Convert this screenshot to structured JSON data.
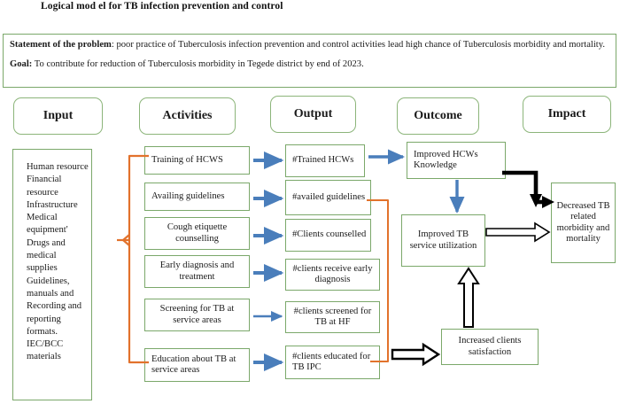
{
  "title": "Logical mod el for TB infection prevention and control",
  "problem": {
    "statement_label": "Statement of the problem",
    "statement_text": ": poor practice of Tuberculosis infection prevention and control activities lead high chance of Tuberculosis morbidity and mortality.",
    "goal_label": "Goal:",
    "goal_text": " To contribute for reduction of Tuberculosis morbidity in Tegede district by end of 2023."
  },
  "headers": [
    {
      "label": "Input"
    },
    {
      "label": "Activities"
    },
    {
      "label": "Output"
    },
    {
      "label": "Outcome"
    },
    {
      "label": "Impact"
    }
  ],
  "input": {
    "text": "Human resource Financial resource Infrastructure  Medical equipment' Drugs and medical supplies Guidelines, manuals and Recording and reporting formats. IEC/BCC materials"
  },
  "activities": [
    {
      "label": "Training of HCWS"
    },
    {
      "label": "Availing guidelines"
    },
    {
      "label": "Cough etiquette counselling"
    },
    {
      "label": "Early diagnosis and treatment"
    },
    {
      "label": "Screening for TB at service areas"
    },
    {
      "label": "Education about TB at service areas"
    }
  ],
  "outputs": [
    {
      "label": "#Trained HCWs"
    },
    {
      "label": "#availed guidelines"
    },
    {
      "label": "#Clients counselled"
    },
    {
      "label": "#clients receive early diagnosis"
    },
    {
      "label": "#clients   screened for TB  at HF"
    },
    {
      "label": "#clients educated for TB IPC"
    }
  ],
  "outcomes": [
    {
      "label": "Improved HCWs Knowledge"
    },
    {
      "label": "Improved TB service utilization"
    },
    {
      "label": "Increased clients satisfaction"
    }
  ],
  "impact": {
    "label": "Decreased TB related morbidity and mortality"
  },
  "colors": {
    "box_border": "#7ba86a",
    "header_border": "#8cb57a",
    "blue_arrow": "#4a7ebb",
    "orange_bracket": "#e2722c",
    "black_arrow": "#000000",
    "text": "#1a1a1a"
  }
}
